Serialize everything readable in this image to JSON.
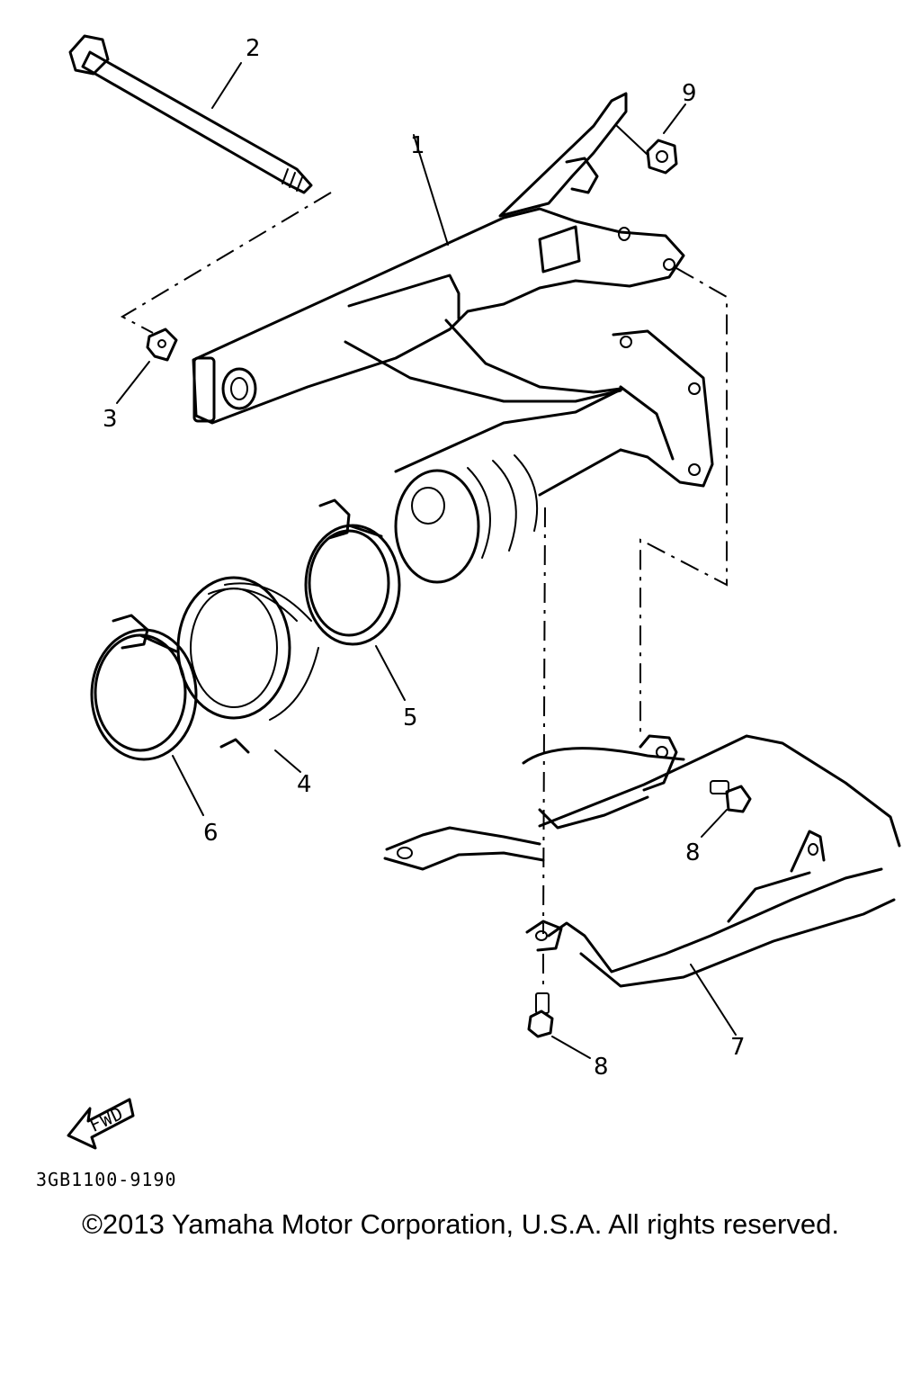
{
  "callouts": [
    {
      "id": "1",
      "label": "1"
    },
    {
      "id": "2",
      "label": "2"
    },
    {
      "id": "3",
      "label": "3"
    },
    {
      "id": "4",
      "label": "4"
    },
    {
      "id": "5",
      "label": "5"
    },
    {
      "id": "6",
      "label": "6"
    },
    {
      "id": "7",
      "label": "7"
    },
    {
      "id": "8a",
      "label": "8"
    },
    {
      "id": "8b",
      "label": "8"
    },
    {
      "id": "9",
      "label": "9"
    }
  ],
  "fwd_label": "FWD",
  "diagram_code": "3GB1100-9190",
  "copyright": "©2013 Yamaha Motor Corporation, U.S.A. All rights reserved."
}
